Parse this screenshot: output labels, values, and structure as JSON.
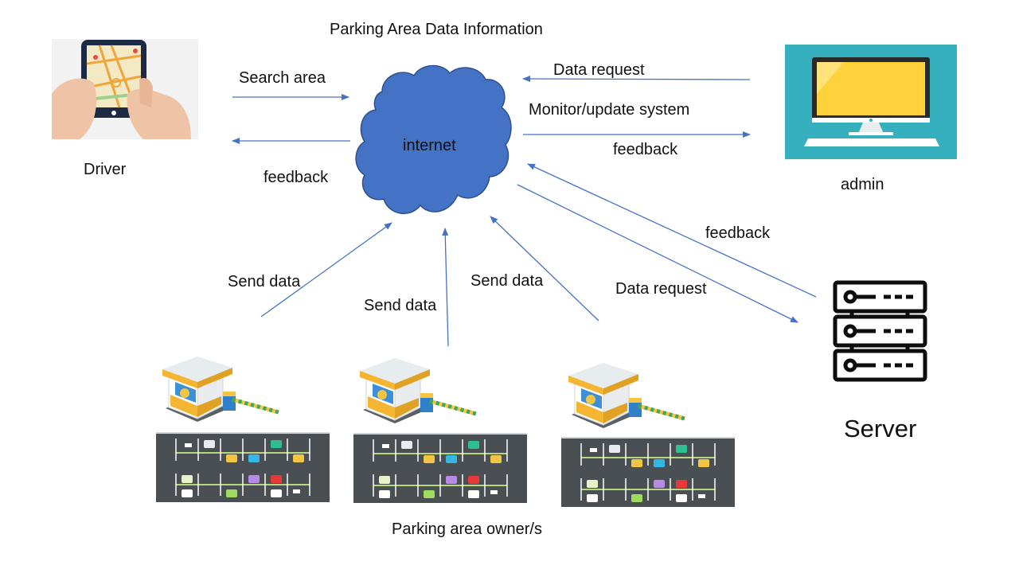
{
  "title": "Parking Area Data Information",
  "nodes": {
    "driver": "Driver",
    "internet": "internet",
    "admin": "admin",
    "server": "Server",
    "owners": "Parking area owner/s"
  },
  "edges": {
    "search_area": "Search area",
    "driver_feedback": "feedback",
    "admin_data_request": "Data request",
    "monitor_update": "Monitor/update system",
    "admin_feedback": "feedback",
    "server_feedback": "feedback",
    "server_data_request": "Data request",
    "send_data_1": "Send data",
    "send_data_2": "Send data",
    "send_data_3": "Send data"
  },
  "colors": {
    "cloud": "#4472c4",
    "arrow": "#4472c4",
    "monitor_bg": "#36b0bf",
    "screen": "#ffd23c",
    "lot": "#4a4f54"
  },
  "icons": {
    "driver": "phone-map-icon",
    "admin": "computer-monitor-icon",
    "server": "server-rack-icon",
    "owner": "parking-booth-icon"
  }
}
